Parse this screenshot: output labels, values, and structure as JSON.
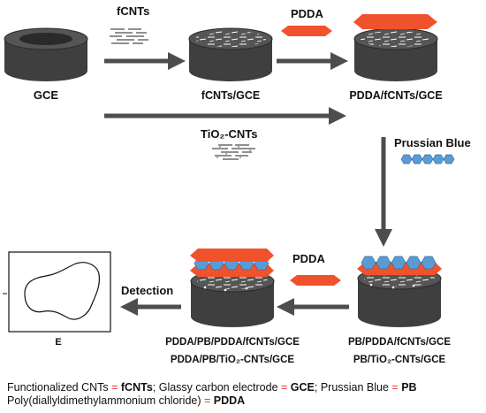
{
  "labels": {
    "gce": "GCE",
    "fcnts_top": "fCNTs",
    "pdda_top": "PDDA",
    "fcnts_gce": "fCNTs/GCE",
    "pdda_fcnts_gce": "PDDA/fCNTs/GCE",
    "tio2_cnts": "TiO₂-CNTs",
    "prussian_blue": "Prussian Blue",
    "pdda_mid": "PDDA",
    "detection": "Detection",
    "pb_pdda_fcnts_gce": "PB/PDDA/fCNTs/GCE",
    "pb_tio2_cnts_gce": "PB/TiO₂-CNTs/GCE",
    "pdda_pb_pdda_fcnts_gce": "PDDA/PB/PDDA/fCNTs/GCE",
    "pdda_pb_tio2_cnts_gce": "PDDA/PB/TiO₂-CNTs/GCE",
    "axis_e": "E",
    "axis_i": "I"
  },
  "legend": {
    "line1": [
      {
        "t": "Functionalized CNTs ",
        "s": ""
      },
      {
        "t": "= ",
        "s": "red"
      },
      {
        "t": "fCNTs",
        "s": "bold"
      },
      {
        "t": "; Glassy carbon electrode ",
        "s": ""
      },
      {
        "t": "= ",
        "s": "red"
      },
      {
        "t": "GCE",
        "s": "bold"
      },
      {
        "t": "; Prussian Blue ",
        "s": ""
      },
      {
        "t": "= ",
        "s": "red"
      },
      {
        "t": "PB",
        "s": "bold"
      }
    ],
    "line2": [
      {
        "t": "Poly(diallyldimethylammonium chloride) ",
        "s": ""
      },
      {
        "t": "= ",
        "s": "red"
      },
      {
        "t": "PDDA",
        "s": "bold"
      }
    ]
  },
  "colors": {
    "cylinder": "#3f3f3f",
    "cylinder_top": "#555555",
    "pdda": "#f0532c",
    "pb": "#5b9bd5",
    "arrow": "#4d4d4d",
    "equals": "#e8402a"
  }
}
